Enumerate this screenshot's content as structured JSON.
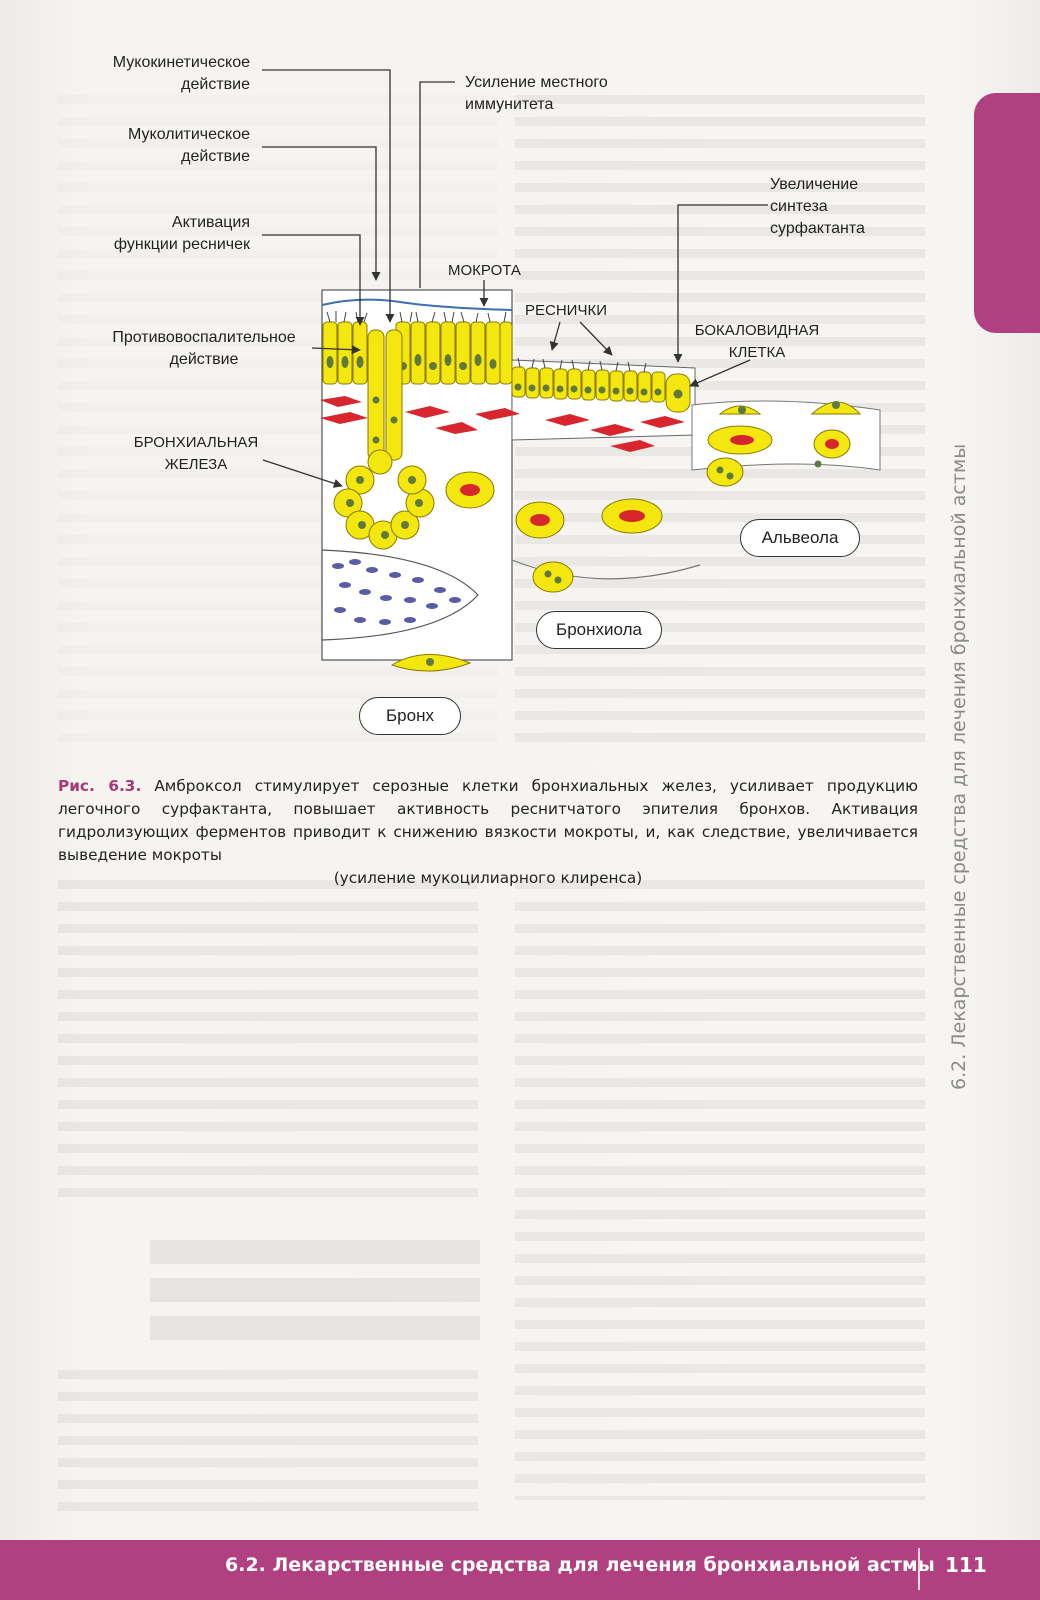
{
  "labels": {
    "mucokinetic": [
      "Мукокинетическое",
      "действие"
    ],
    "mucolytic": [
      "Муколитическое",
      "действие"
    ],
    "cilia_activation": [
      "Активация",
      "функции ресничек"
    ],
    "anti_inflammatory": [
      "Противовоспалительное",
      "действие"
    ],
    "bronchial_gland": [
      "БРОНХИАЛЬНАЯ",
      "ЖЕЛЕЗА"
    ],
    "local_immunity": [
      "Усиление местного",
      "иммунитета"
    ],
    "sputum": "МОКРОТА",
    "cilia": "РЕСНИЧКИ",
    "surfactant": [
      "Увеличение",
      "синтеза",
      "сурфактанта"
    ],
    "goblet_cell": [
      "БОКАЛОВИДНАЯ",
      "КЛЕТКА"
    ],
    "alveola": "Альвеола",
    "bronchiole": "Бронхиола",
    "bronchus": "Бронх"
  },
  "caption": {
    "fig_label": "Рис. 6.3.",
    "line1": " Амброксол стимулирует серозные клетки бронхиальных желез, усиливает продукцию легочного сурфактанта, повышает активность реснитчатого эпителия бронхов. Активация гидролизующих ферментов приводит к снижению вязкости мокроты, и, как следствие, увеличивается выведение мокроты",
    "line2": "(усиление мукоцилиарного клиренса)"
  },
  "side_tab_text": "6.2. Лекарственные средства для лечения бронхиальной астмы",
  "footer": {
    "section_title": "6.2. Лекарственные средства для лечения бронхиальной астмы",
    "page_number": "111"
  },
  "colors": {
    "accent": "#b0407f",
    "cell_yellow": "#f4e60f",
    "nucleus": "#5f7a3c",
    "red_cell": "#d8262e"
  }
}
